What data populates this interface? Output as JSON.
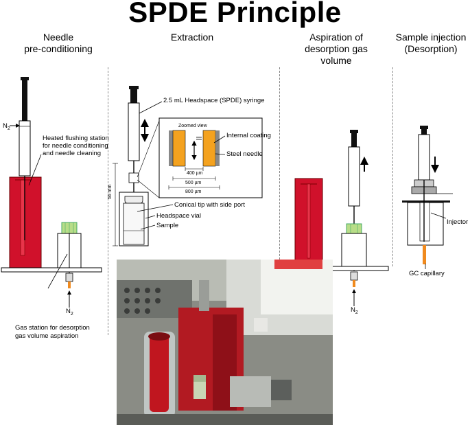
{
  "title": "SPDE Principle",
  "columns": {
    "col1": {
      "heading_line1": "Needle",
      "heading_line2": "pre-conditioning"
    },
    "col2": {
      "heading": "Extraction"
    },
    "col3": {
      "heading_line1": "Aspiration of",
      "heading_line2": "desorption gas",
      "heading_line3": "volume"
    },
    "col4": {
      "heading_line1": "Sample injection",
      "heading_line2": "(Desorption)"
    }
  },
  "labels": {
    "n2_left": "N",
    "n2_sub": "2",
    "flushing_line1": "Heated flushing station",
    "flushing_line2": "for needle conditioning",
    "flushing_line3": "and needle cleaning",
    "gas_station_line1": "Gas station for desorption",
    "gas_station_line2": "gas volume aspiration",
    "syringe": "2.5 mL Headspace (SPDE) syringe",
    "zoomed_view": "Zoomed view",
    "internal_coating": "Internal coating",
    "steel_needle": "Steel needle",
    "dim_400": "400 µm",
    "dim_500": "500 µm",
    "dim_800": "800 µm",
    "dim_56": "56 mm",
    "conical_tip": "Conical tip with side port",
    "headspace_vial": "Headspace vial",
    "sample": "Sample",
    "injector": "Injector",
    "gc_capillary": "GC capillary"
  },
  "colors": {
    "station_red": "#d0112b",
    "coating_orange": "#f4a21f",
    "cap_green": "#b8dd88",
    "tip_orange": "#f08a1e"
  }
}
